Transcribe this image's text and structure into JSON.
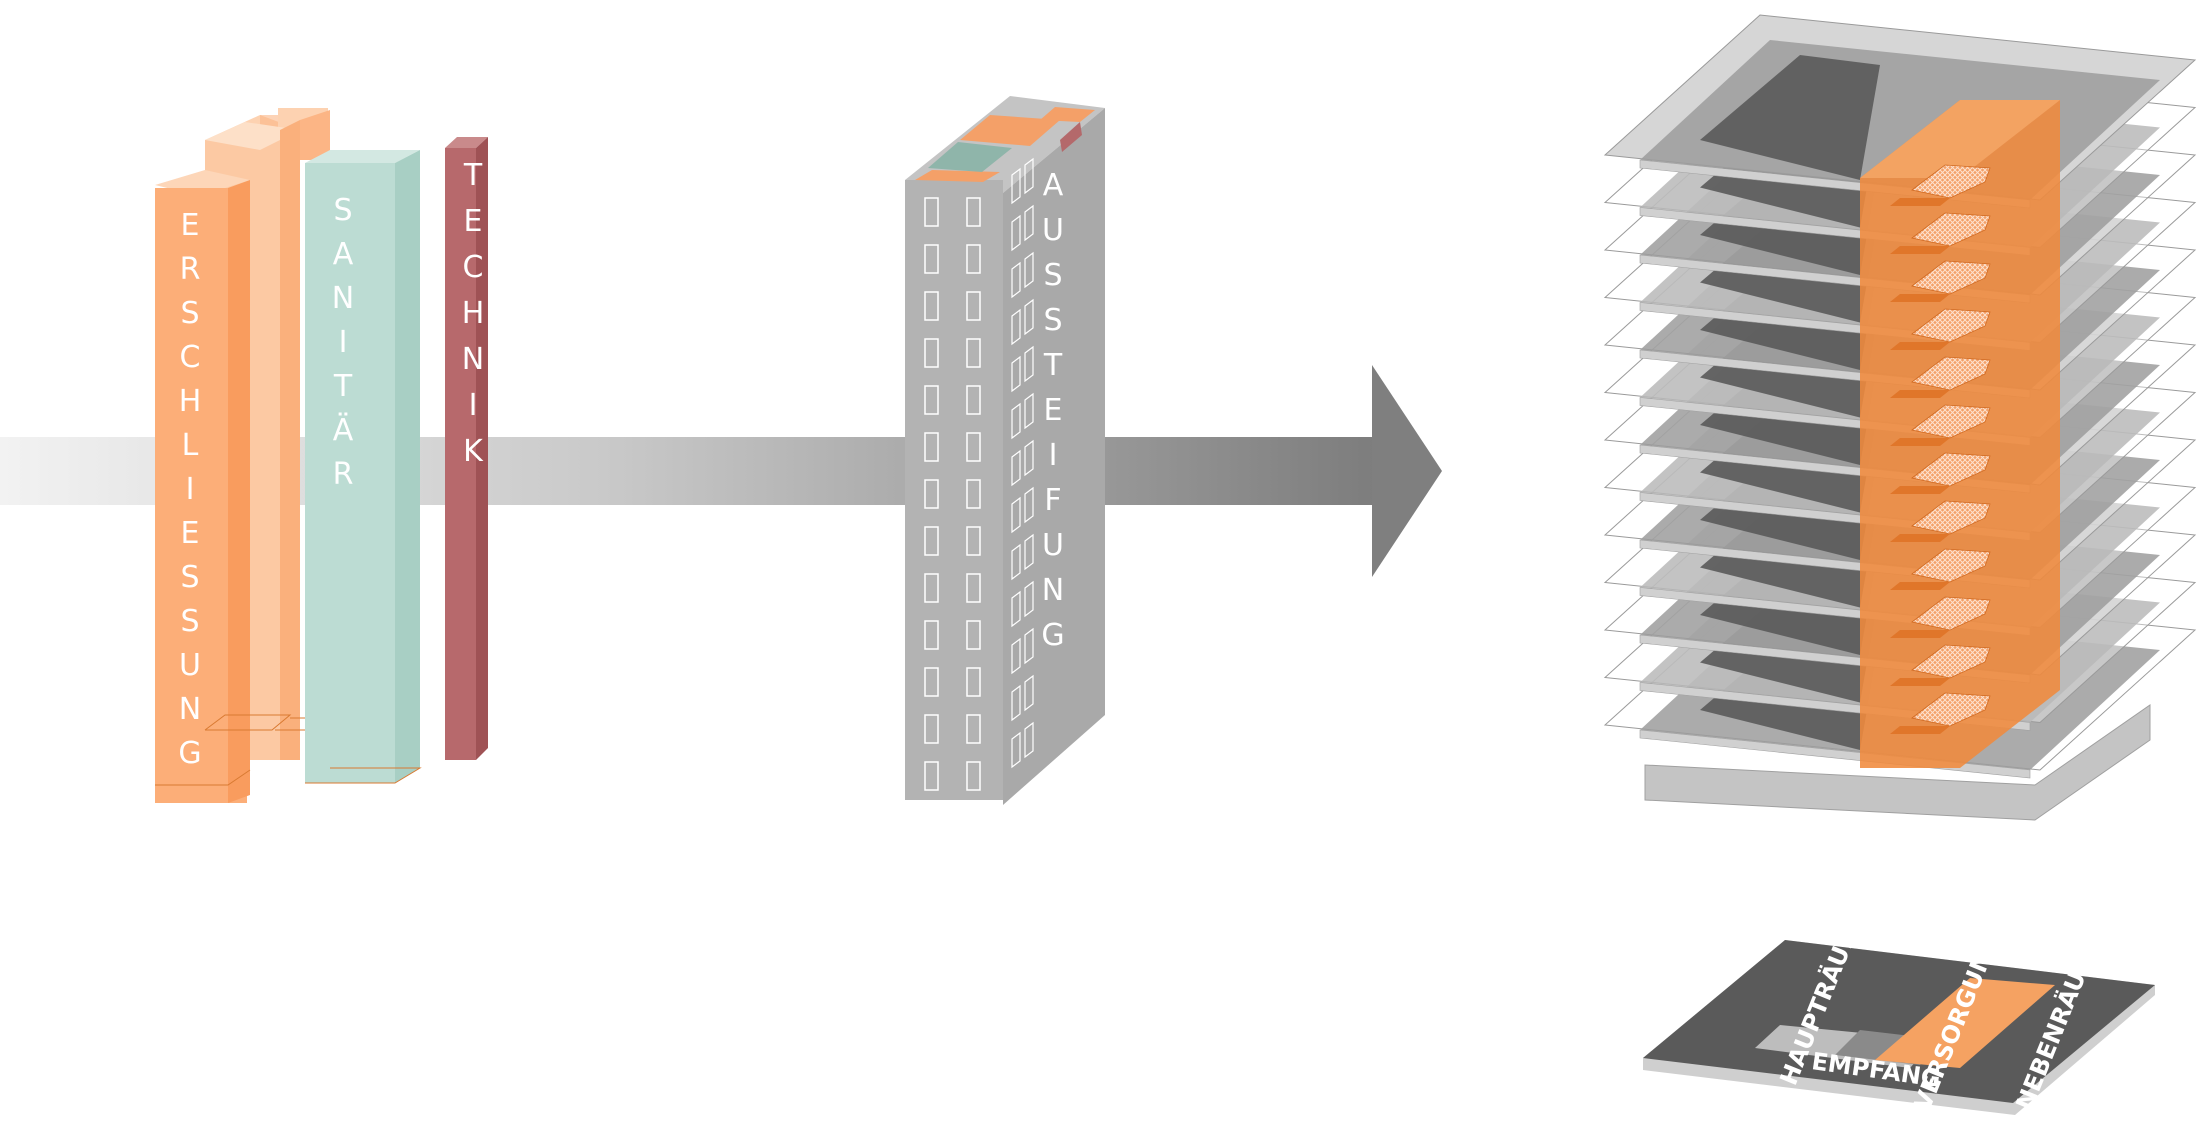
{
  "shafts": {
    "erschliessung": "ERSCHLIESSUNG",
    "sanitaer": "SANITÄR",
    "technik": "TECHNIK"
  },
  "core": {
    "aussteifung": "AUSSTEIFUNG"
  },
  "plan": {
    "haupt": "HAUPTRÄUME",
    "versorgung": "VERSORGUNG",
    "neben": "NEBENRÄUME",
    "empfang": "EMPFANG"
  },
  "colors": {
    "orange_light": "#fcb585",
    "orange_core": "#f08a3c",
    "mint": "#b4d6cd",
    "technik": "#b4696b",
    "grey_tower": "#b3b3b3",
    "slab_dark": "#5a5a5a",
    "slab_mid": "#8c8c8c",
    "arrow": "#8a8a8a"
  }
}
